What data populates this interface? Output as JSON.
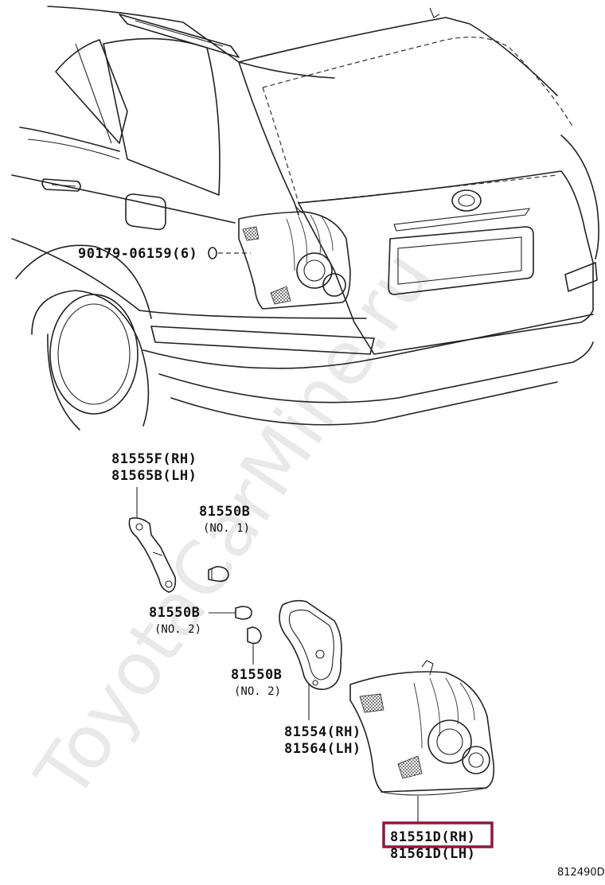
{
  "diagram": {
    "callouts": {
      "screw": "90179-06159(6)",
      "socket_rh": "81555F(RH)",
      "socket_lh": "81565B(LH)",
      "bulb_no1_part": "81550B",
      "bulb_no1_note": "(NO. 1)",
      "bulb_no2a_part": "81550B",
      "bulb_no2a_note": "(NO. 2)",
      "bulb_no2b_part": "81550B",
      "bulb_no2b_note": "(NO. 2)",
      "gasket_rh": "81554(RH)",
      "gasket_lh": "81564(LH)",
      "lamp_rh": "81551D(RH)",
      "lamp_lh": "81561D(LH)"
    },
    "highlight_color": "#8b1a3a",
    "figure_code": "812490D",
    "watermark": "ToyotaCarMine.ru"
  }
}
